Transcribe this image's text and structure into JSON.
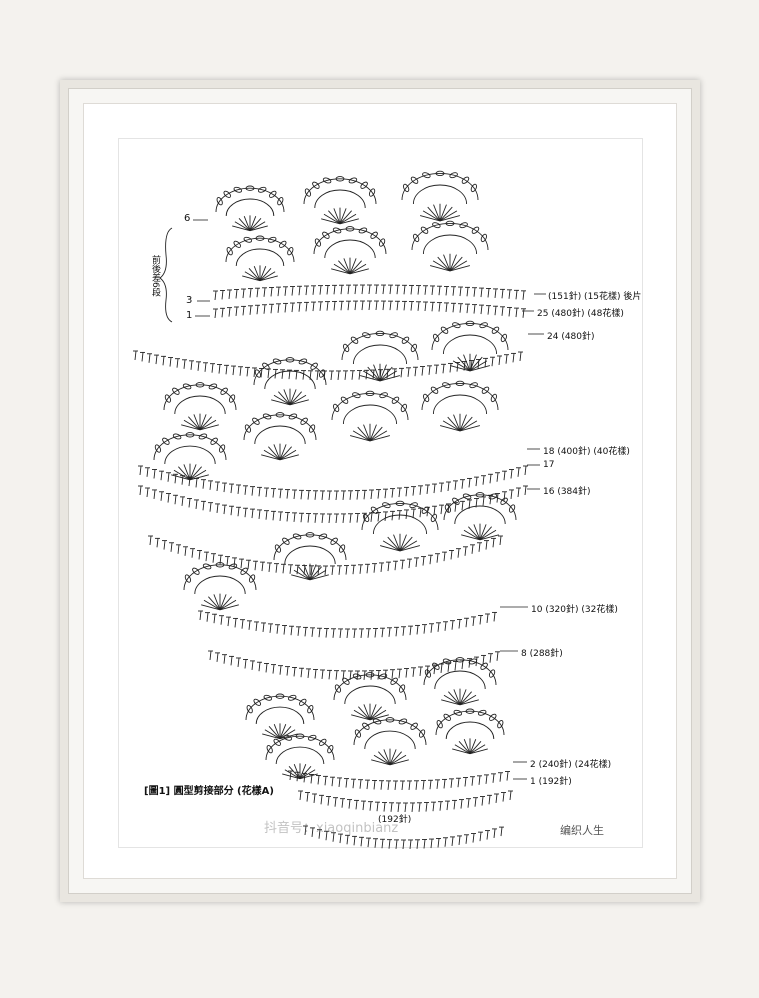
{
  "labels": {
    "r151": "(151針) (15花樣) 後片",
    "r25": "25 (480針) (48花樣)",
    "r24": "24 (480針)",
    "r18": "18 (400針) (40花樣)",
    "r17": "17",
    "r16": "16 (384針)",
    "r10": "10 (320針) (32花樣)",
    "r8": "8 (288針)",
    "r2": "2 (240針) (24花樣)",
    "r1": "1 (192針)",
    "bottom": "(192針)"
  },
  "left_rows": {
    "r6": "6",
    "r3": "3",
    "r1": "1"
  },
  "side_note": "前後差6段",
  "title": "[圖1] 圓型剪接部分 (花樣A)",
  "watermark": "抖音号：xiaoqinbianz",
  "account": "编织人生"
}
